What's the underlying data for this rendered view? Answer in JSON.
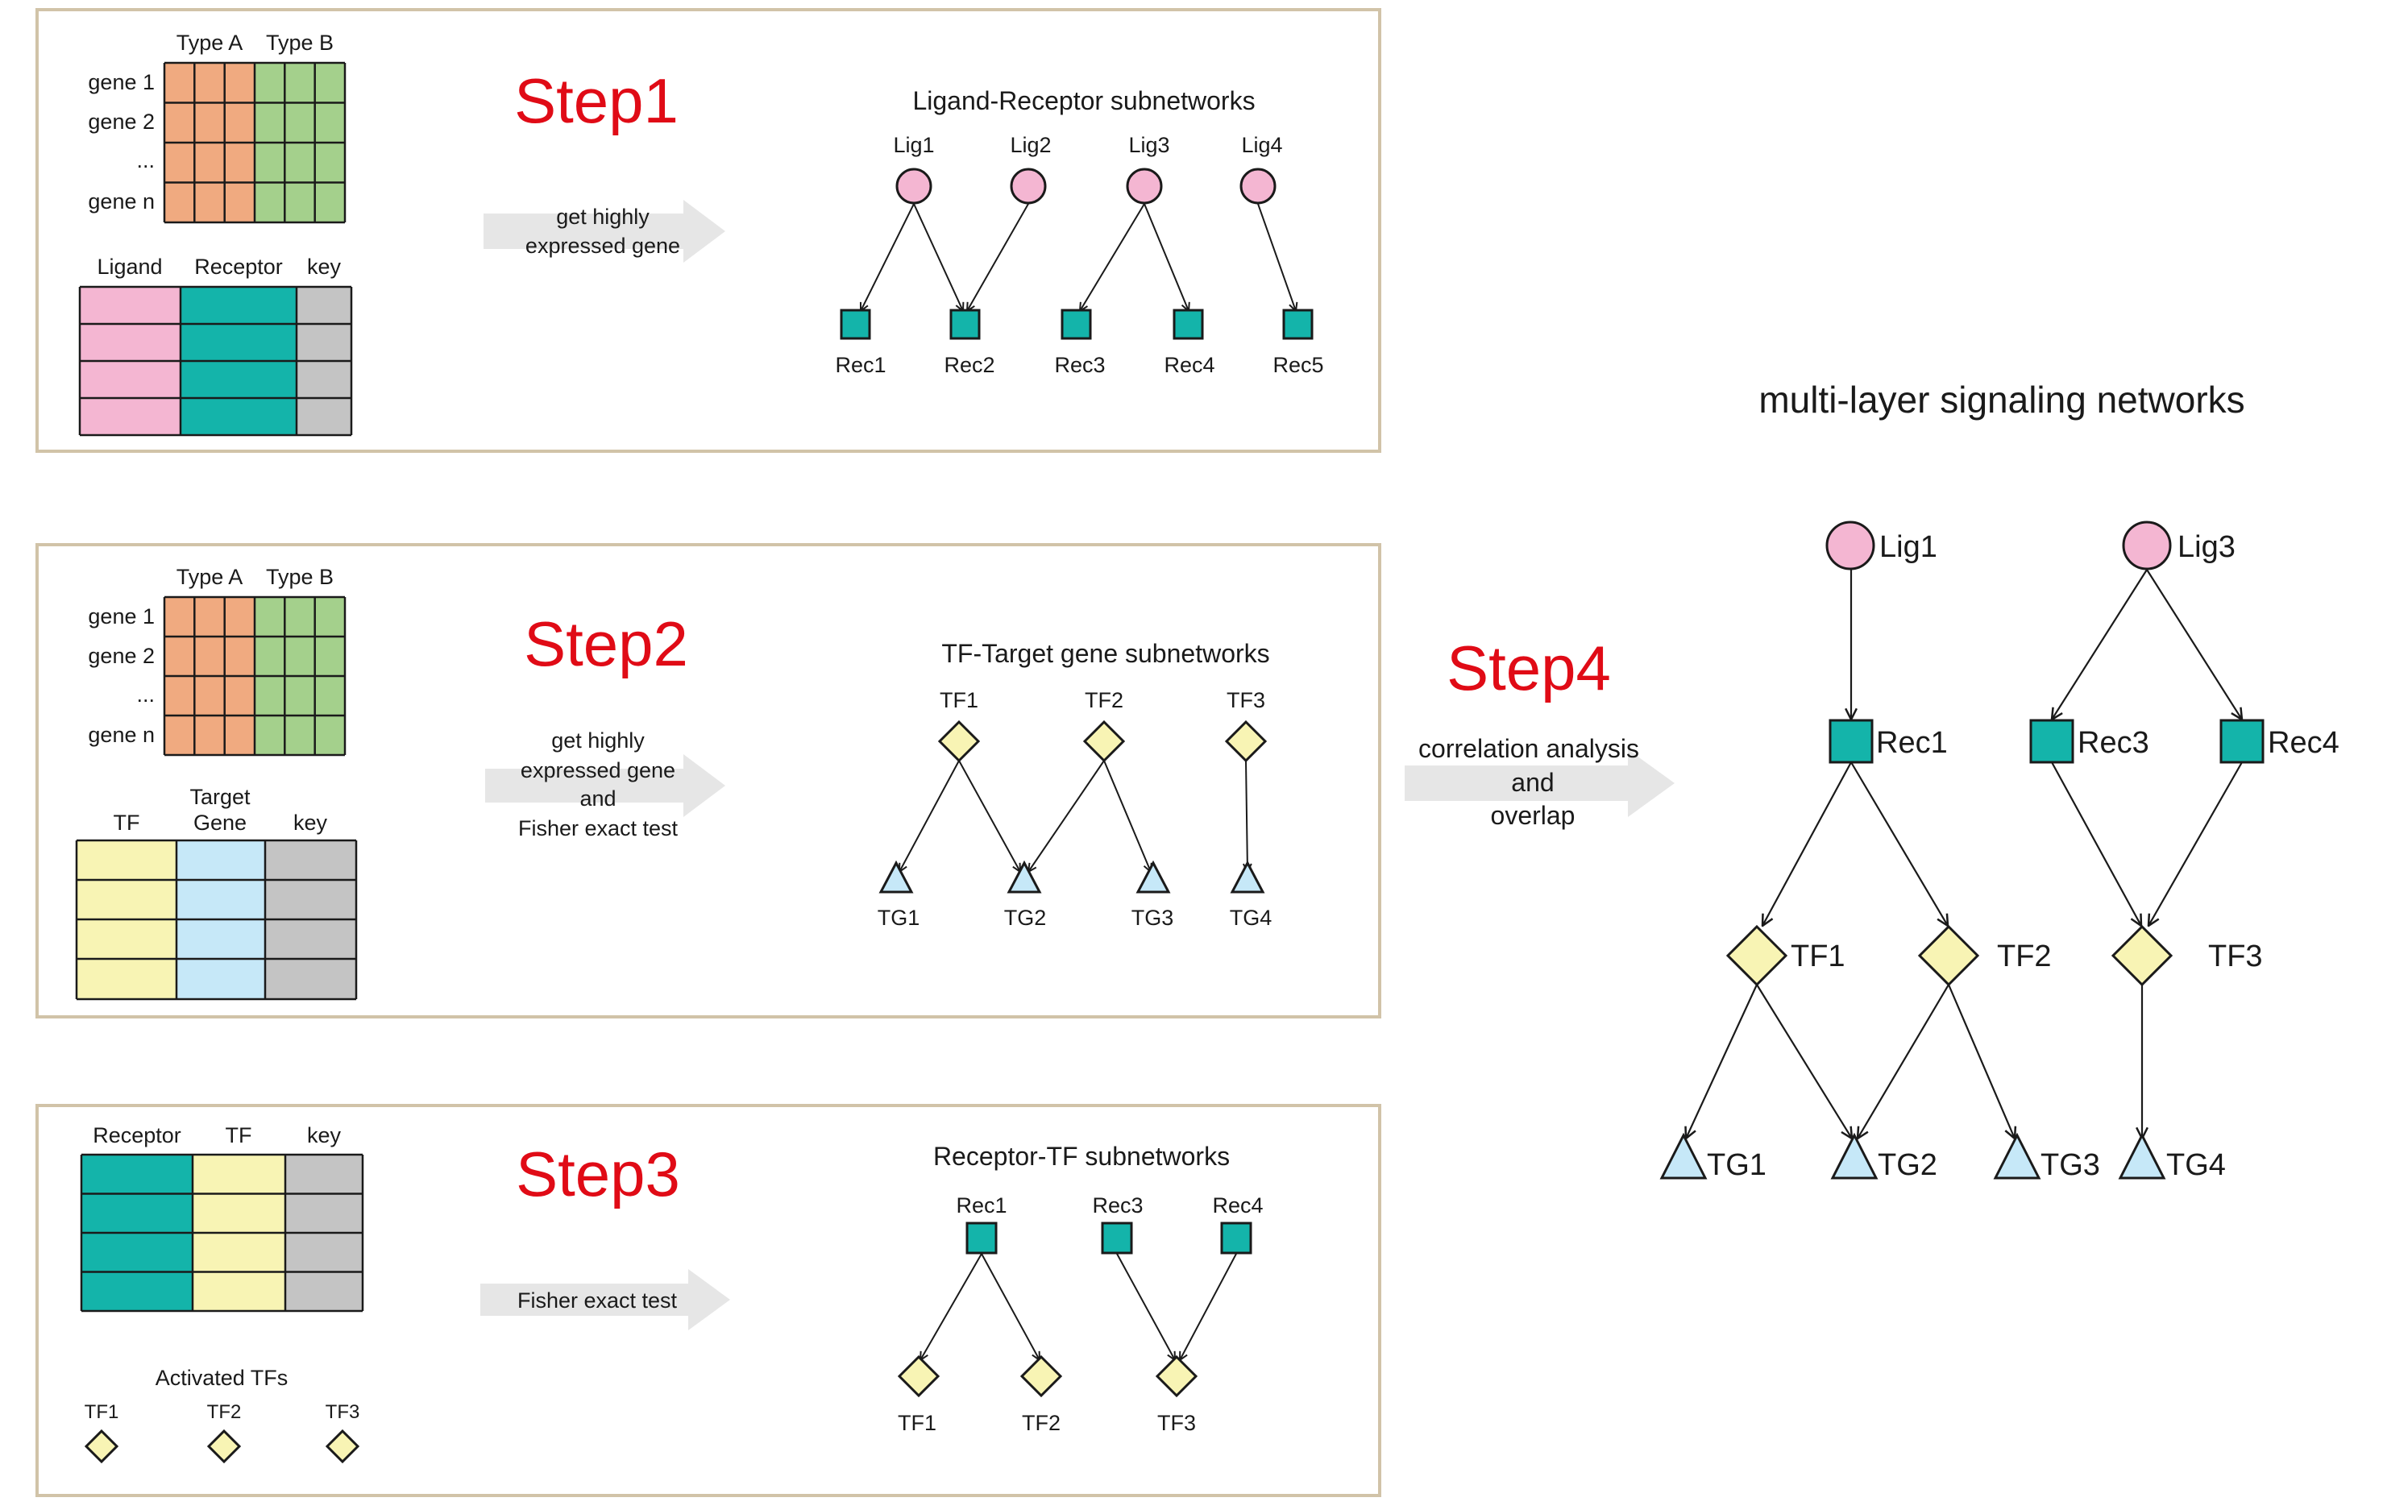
{
  "colors": {
    "ligand": "#f4b6d2",
    "receptor": "#14b4aa",
    "tf": "#f8f4b4",
    "target": "#c6e8f8",
    "key": "#c4c4c4",
    "type_a": "#f0aa80",
    "type_b": "#a4d08c",
    "step": "#e00b16",
    "arrow": "#e6e6e6",
    "panel_border": "#d1c3a8"
  },
  "step1": {
    "title": "Step1",
    "matrix": {
      "col_labels": [
        "Type A",
        "Type B"
      ],
      "row_labels": [
        "gene 1",
        "gene 2",
        "...",
        "gene n"
      ]
    },
    "table_headers": [
      "Ligand",
      "Receptor",
      "key"
    ],
    "arrow_lines": [
      "get highly",
      "expressed gene"
    ],
    "network_title": "Ligand-Receptor subnetworks",
    "ligands": [
      "Lig1",
      "Lig2",
      "Lig3",
      "Lig4"
    ],
    "receptors": [
      "Rec1",
      "Rec2",
      "Rec3",
      "Rec4",
      "Rec5"
    ]
  },
  "step2": {
    "title": "Step2",
    "matrix": {
      "col_labels": [
        "Type A",
        "Type B"
      ],
      "row_labels": [
        "gene 1",
        "gene 2",
        "...",
        "gene n"
      ]
    },
    "table_headers": [
      "TF",
      "Target Gene",
      "key"
    ],
    "table_header_lines": [
      "Target",
      "Gene"
    ],
    "arrow_lines": [
      "get highly",
      "expressed gene",
      "and",
      "Fisher exact test"
    ],
    "network_title": "TF-Target gene subnetworks",
    "tfs": [
      "TF1",
      "TF2",
      "TF3"
    ],
    "targets": [
      "TG1",
      "TG2",
      "TG3",
      "TG4"
    ]
  },
  "step3": {
    "title": "Step3",
    "table_headers": [
      "Receptor",
      "TF",
      "key"
    ],
    "activated_title": "Activated TFs",
    "activated": [
      "TF1",
      "TF2",
      "TF3"
    ],
    "arrow_lines": [
      "Fisher exact test"
    ],
    "network_title": "Receptor-TF subnetworks",
    "receptors": [
      "Rec1",
      "Rec3",
      "Rec4"
    ],
    "tfs": [
      "TF1",
      "TF2",
      "TF3"
    ]
  },
  "step4": {
    "title": "Step4",
    "arrow_lines": [
      "correlation analysis",
      "and",
      "overlap"
    ],
    "network_title": "multi-layer signaling networks",
    "ligands": [
      "Lig1",
      "Lig3"
    ],
    "receptors": [
      "Rec1",
      "Rec3",
      "Rec4"
    ],
    "tfs": [
      "TF1",
      "TF2",
      "TF3"
    ],
    "targets": [
      "TG1",
      "TG2",
      "TG3",
      "TG4"
    ]
  }
}
